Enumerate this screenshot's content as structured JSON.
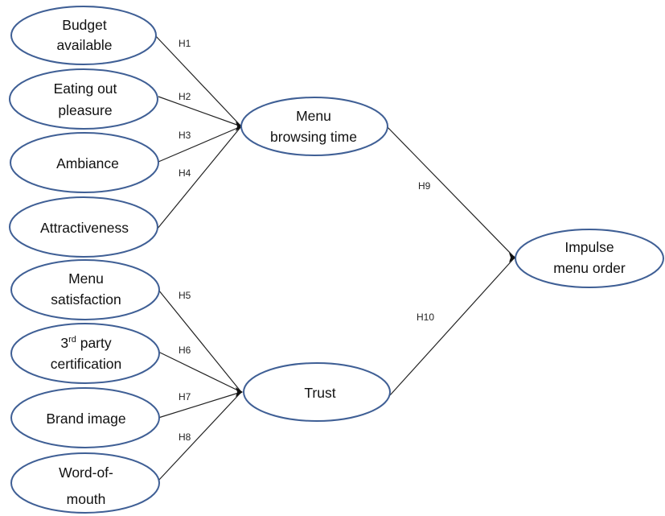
{
  "nodes": {
    "budget": {
      "line1": "Budget",
      "line2": "available"
    },
    "eating": {
      "line1": "Eating out",
      "line2": "pleasure"
    },
    "ambiance": {
      "line1": "Ambiance"
    },
    "attractiveness": {
      "line1": "Attractiveness"
    },
    "menu_sat": {
      "line1": "Menu",
      "line2": "satisfaction"
    },
    "third_party": {
      "line1_num": "3",
      "line1_sup": "rd",
      "line1_rest": " party",
      "line2": "certification"
    },
    "brand": {
      "line1": "Brand image"
    },
    "wom": {
      "line1": "Word-of-",
      "line2": "mouth"
    },
    "menu_browse": {
      "line1": "Menu",
      "line2": "browsing time"
    },
    "trust": {
      "line1": "Trust"
    },
    "impulse": {
      "line1": "Impulse",
      "line2": "menu order"
    }
  },
  "hypotheses": {
    "h1": "H1",
    "h2": "H2",
    "h3": "H3",
    "h4": "H4",
    "h5": "H5",
    "h6": "H6",
    "h7": "H7",
    "h8": "H8",
    "h9": "H9",
    "h10": "H10"
  },
  "colors": {
    "ellipse_border": "#3f5f95",
    "edge": "#222222"
  }
}
